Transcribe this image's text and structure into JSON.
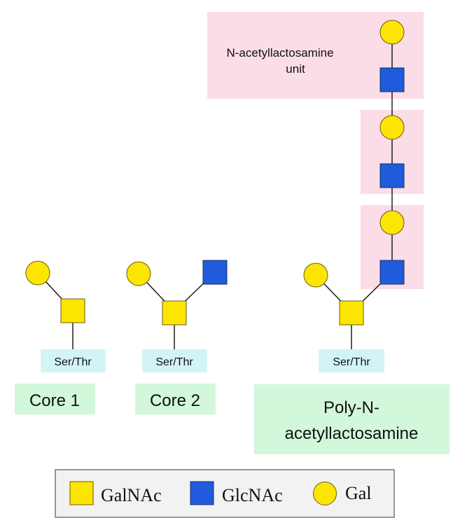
{
  "colors": {
    "galnac": "#FCE500",
    "glcnac": "#1F5BDB",
    "gal": "#FCE500",
    "symbol_stroke": "#6B5A14",
    "glcnac_stroke": "#1B2F6E",
    "unit_box": "#FADDE6",
    "aa_box": "#D3F4F6",
    "name_box": "#D2F7DB",
    "legend_bg": "#F2F2F2",
    "legend_border": "#555555"
  },
  "annotation": {
    "unit_label_line1": "N-acetyllactosamine",
    "unit_label_line2": "unit"
  },
  "structures": [
    {
      "name": "Core 1",
      "anchor": "Ser/Thr"
    },
    {
      "name": "Core 2",
      "anchor": "Ser/Thr"
    },
    {
      "name_line1": "Poly-N-",
      "name_line2": "acetyllactosamine",
      "anchor": "Ser/Thr"
    }
  ],
  "legend": {
    "items": [
      {
        "shape": "square",
        "label": "GalNAc"
      },
      {
        "shape": "square",
        "label": "GlcNAc"
      },
      {
        "shape": "circle",
        "label": "Gal"
      }
    ]
  }
}
